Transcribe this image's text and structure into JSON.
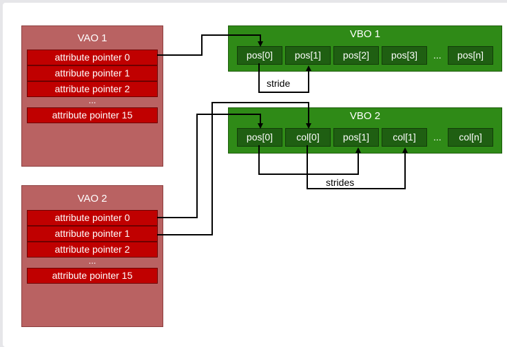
{
  "vao1": {
    "title": "VAO 1",
    "attributes": [
      "attribute pointer 0",
      "attribute pointer 1",
      "attribute pointer 2"
    ],
    "ellipsis": "...",
    "last_attribute": "attribute pointer 15"
  },
  "vao2": {
    "title": "VAO 2",
    "attributes": [
      "attribute pointer 0",
      "attribute pointer 1",
      "attribute pointer 2"
    ],
    "ellipsis": "...",
    "last_attribute": "attribute pointer 15"
  },
  "vbo1": {
    "title": "VBO 1",
    "cells": [
      "pos[0]",
      "pos[1]",
      "pos[2]",
      "pos[3]"
    ],
    "ellipsis": "...",
    "last_cell": "pos[n]",
    "annotation": "stride"
  },
  "vbo2": {
    "title": "VBO 2",
    "cells": [
      "pos[0]",
      "col[0]",
      "pos[1]",
      "col[1]"
    ],
    "ellipsis": "...",
    "last_cell": "col[n]",
    "annotation": "strides"
  },
  "colors": {
    "vao_fill": "#b96262",
    "attribute_fill": "#c00000",
    "vbo_fill": "#2f8a17",
    "cell_fill": "#1f5f12",
    "connector": "#000000"
  }
}
